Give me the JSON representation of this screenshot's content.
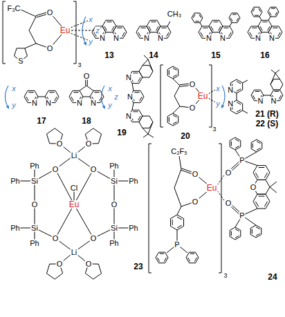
{
  "diagram": {
    "labels": [
      "F₃C",
      "O",
      "O",
      "Eu",
      "S",
      "3",
      "x",
      "z",
      "y",
      "N",
      "N",
      "13",
      "N",
      "N",
      "CH₃",
      "14",
      "N",
      "N",
      "15",
      "N",
      "N",
      "16",
      "x",
      "y",
      "N",
      "N",
      "17",
      "O",
      "N",
      "N",
      "18",
      "x",
      "z",
      "y",
      "N",
      "N",
      "N",
      "19",
      "O",
      "O",
      "Eu",
      "3",
      "x",
      "y",
      "20",
      "N",
      "N",
      "N",
      "N",
      "21 (R)",
      "22 (S)",
      "Li",
      "O",
      "O",
      "O",
      "O",
      "Si",
      "Si",
      "Ph",
      "Ph",
      "Ph",
      "Ph",
      "Cl",
      "Eu",
      "O",
      "O",
      "Si",
      "Si",
      "Ph",
      "Ph",
      "Ph",
      "Ph",
      "O",
      "O",
      "Li",
      "O",
      "O",
      "23",
      "C₂F₅",
      "O",
      "O",
      "Eu",
      "P",
      "3",
      "P",
      "O",
      "P",
      "O",
      "O",
      "24"
    ]
  }
}
